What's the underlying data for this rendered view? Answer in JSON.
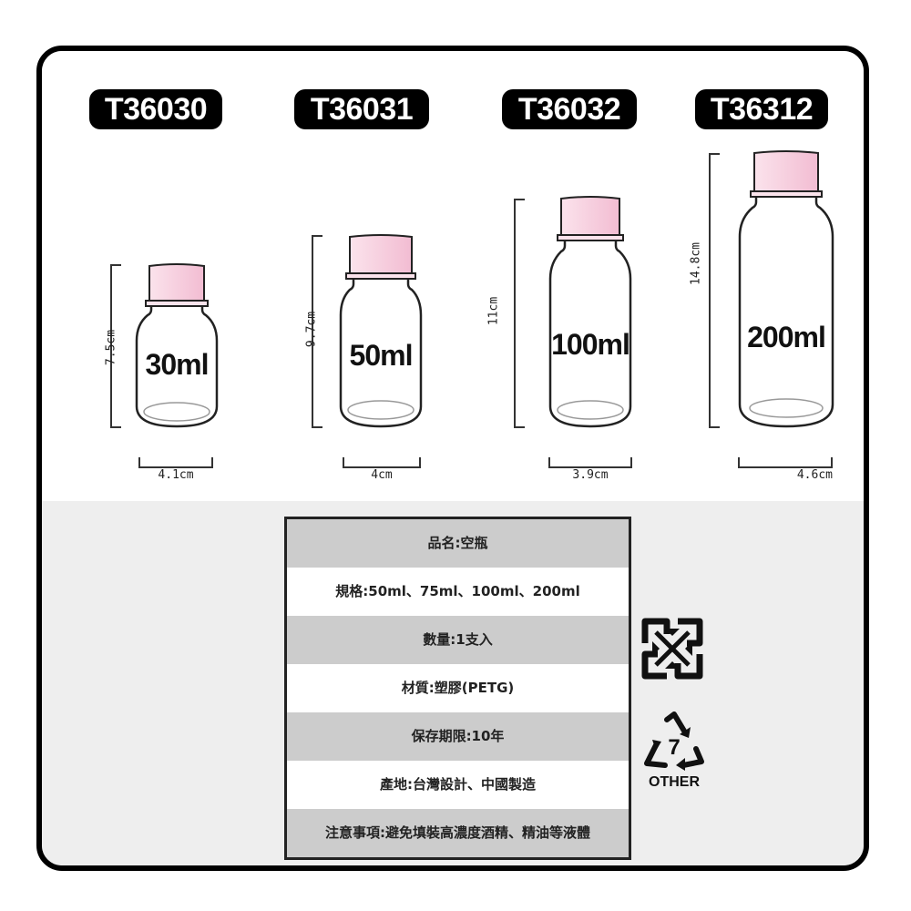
{
  "products": [
    {
      "model": "T36030",
      "capacity": "30ml",
      "height": "7.5cm",
      "width": "4.1cm"
    },
    {
      "model": "T36031",
      "capacity": "50ml",
      "height": "9.7cm",
      "width": "4cm"
    },
    {
      "model": "T36032",
      "capacity": "100ml",
      "height": "11cm",
      "width": "3.9cm"
    },
    {
      "model": "T36312",
      "capacity": "200ml",
      "height": "14.8cm",
      "width": "4.6cm"
    }
  ],
  "spec_table": {
    "rows": [
      {
        "text": "品名:空瓶",
        "shade": "gray"
      },
      {
        "text": "規格:50ml、75ml、100ml、200ml",
        "shade": "white"
      },
      {
        "text": "數量:1支入",
        "shade": "gray"
      },
      {
        "text": "材質:塑膠(PETG)",
        "shade": "white"
      },
      {
        "text": "保存期限:10年",
        "shade": "gray"
      },
      {
        "text": "產地:台灣設計、中國製造",
        "shade": "white"
      },
      {
        "text": "注意事項:避免填裝高濃度酒精、精油等液體",
        "shade": "gray"
      }
    ]
  },
  "recycling": {
    "taiwan_recycle_icon": "taiwan-recycle-mark-icon",
    "resin_code": "7",
    "resin_label": "OTHER"
  },
  "colors": {
    "cap_pink": "#f4c6d9",
    "badge_bg": "#000000",
    "lower_bg": "#eeeeee",
    "table_gray": "#cccccc"
  }
}
